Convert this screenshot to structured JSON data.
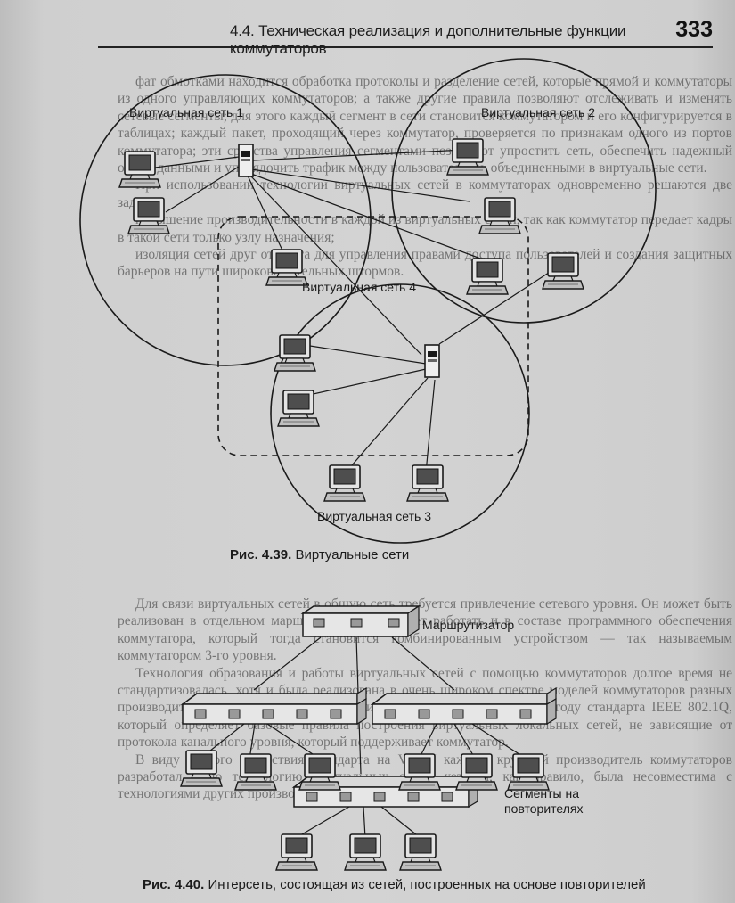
{
  "header": {
    "running_title": "4.4. Техническая реализация и дополнительные функции коммутаторов",
    "page_number": "333"
  },
  "background_text": {
    "top": [
      "фат обмотками находится обработка протоколы и разделение сетей, которые прямой и коммутаторы из одного управляющих коммутаторов; а также другие правила позволяют отслеживать и изменять сетевые сегменты; для этого каждый сегмент в сети становится коммутатором и его конфигурируется в таблицах; каждый пакет, проходящий через коммутатор, проверяется по признакам одного из портов коммутатора; эти средства управления сегментами позволяют упростить сеть, обеспечить надежный обмен данными и упорядочить трафик между пользователями, объединенными в виртуальные сети.",
      "При использовании технологии виртуальных сетей в коммутаторах одновременно решаются две задачи:",
      "повышение производительности в каждой из виртуальных сетей, так как коммутатор передает кадры в такой сети только узлу назначения;",
      "изоляция сетей друг от друга для управления правами доступа пользователей и создания защитных барьеров на пути широковещательных штормов."
    ],
    "bottom": [
      "Для связи виртуальных сетей в общую сеть требуется привлечение сетевого уровня. Он может быть реализован в отдельном маршрутизаторе, а может работать и в составе программного обеспечения коммутатора, который тогда становится комбинированным устройством — так называемым коммутатором 3-го уровня.",
      "Технология образования и работы виртуальных сетей с помощью коммутаторов долгое время не стандартизовалась, хотя и была реализована в очень широком спектре моделей коммутаторов разных производителей. Такое положение изменилось после принятия в 1998 году стандарта IEEE 802.1Q, который определяет базовые правила построения виртуальных локальных сетей, не зависящие от протокола канального уровня, который поддерживает коммутатор.",
      "В виду долгого отсутствия стандарта на VLAN каждый крупный производитель коммутаторов разработал свою технологию виртуальных сетей, которая, как правило, была несовместима с технологиями других производителей."
    ]
  },
  "figure_439": {
    "labels": {
      "vnet1": "Виртуальная сеть 1",
      "vnet2": "Виртуальная сеть 2",
      "vnet3": "Виртуальная сеть 3",
      "vnet4": "Виртуальная сеть 4"
    },
    "caption_number": "Рис. 4.39.",
    "caption_text": "Виртуальные сети"
  },
  "figure_440": {
    "labels": {
      "router": "Маршрутизатор",
      "segments_line1": "Сегменты на",
      "segments_line2": "повторителях"
    },
    "caption_number": "Рис. 4.40.",
    "caption_text": "Интерсеть, состоящая из сетей, построенных на основе повторителей"
  }
}
